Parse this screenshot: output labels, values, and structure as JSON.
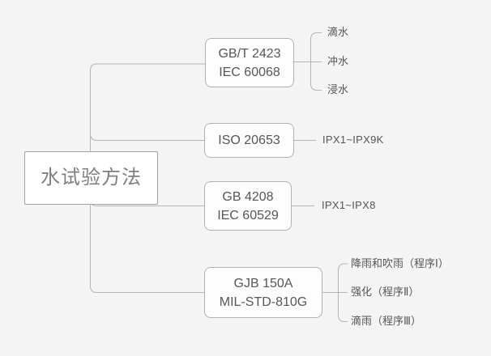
{
  "app": {
    "type": "mind-map-canvas"
  },
  "colors": {
    "canvas_background": "#f4f4f4",
    "connector": "#b4b4b4",
    "topic_fill": "#fdfdfd",
    "topic_border": "#b2b2b2",
    "topic_text": "#565656",
    "root_fill": "#ffffff",
    "root_border": "#a2a2a2",
    "root_text": "#7f7f7f",
    "leaf_text": "#555555"
  },
  "root": {
    "label": "水试验方法"
  },
  "branches": [
    {
      "lines": [
        "GB/T 2423",
        "IEC 60068"
      ],
      "leaves": [
        "滴水",
        "冲水",
        "浸水"
      ]
    },
    {
      "lines": [
        "ISO 20653"
      ],
      "leaves": [
        "IPX1~IPX9K"
      ]
    },
    {
      "lines": [
        "GB 4208",
        "IEC 60529"
      ],
      "leaves": [
        "IPX1~IPX8"
      ]
    },
    {
      "lines": [
        "GJB 150A",
        "MIL-STD-810G"
      ],
      "leaves": [
        "降雨和吹雨（程序Ⅰ）",
        "强化（程序Ⅱ）",
        "滴雨（程序Ⅲ）"
      ]
    }
  ]
}
